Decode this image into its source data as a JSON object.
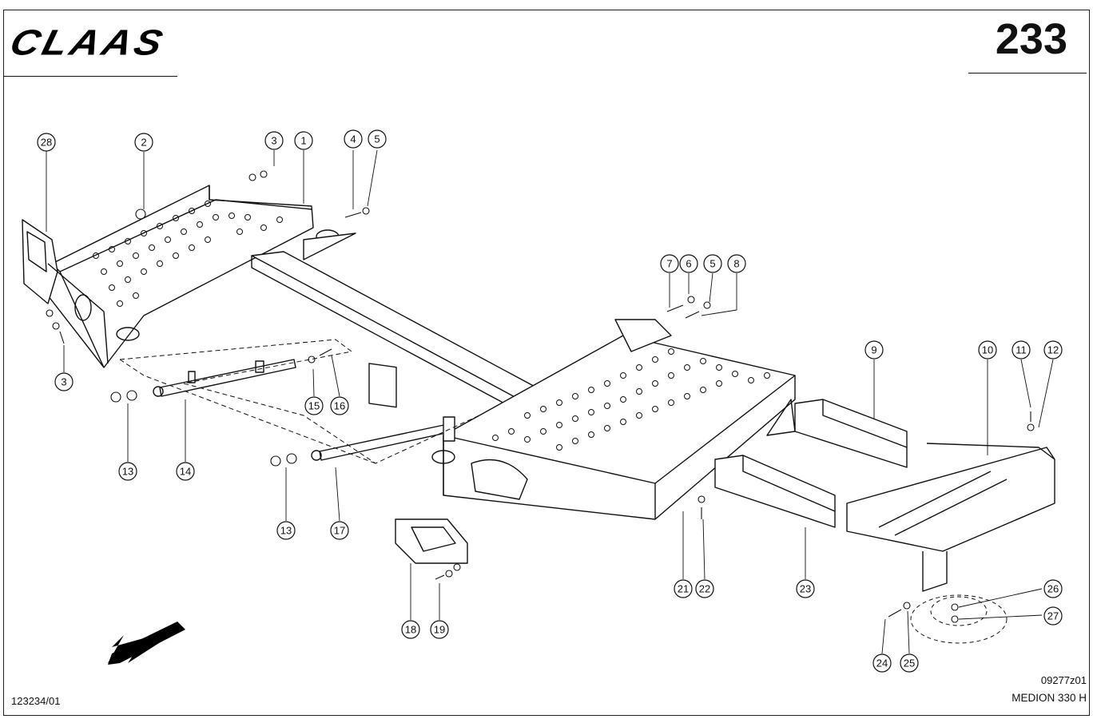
{
  "header": {
    "brand": "CLAAS",
    "page_number": "233"
  },
  "footer": {
    "drawing_ref": "123234/01",
    "figure_code": "09277z01",
    "model": "MEDION 330 H"
  },
  "callouts": [
    "28",
    "2",
    "3",
    "1",
    "4",
    "5",
    "3",
    "7",
    "6",
    "5",
    "8",
    "13",
    "14",
    "15",
    "16",
    "13",
    "17",
    "9",
    "10",
    "11",
    "12",
    "21",
    "22",
    "23",
    "18",
    "19",
    "26",
    "27",
    "24",
    "25"
  ],
  "colors": {
    "ink": "#111111",
    "paper": "#ffffff"
  },
  "icons": [
    "direction-arrow-icon"
  ]
}
